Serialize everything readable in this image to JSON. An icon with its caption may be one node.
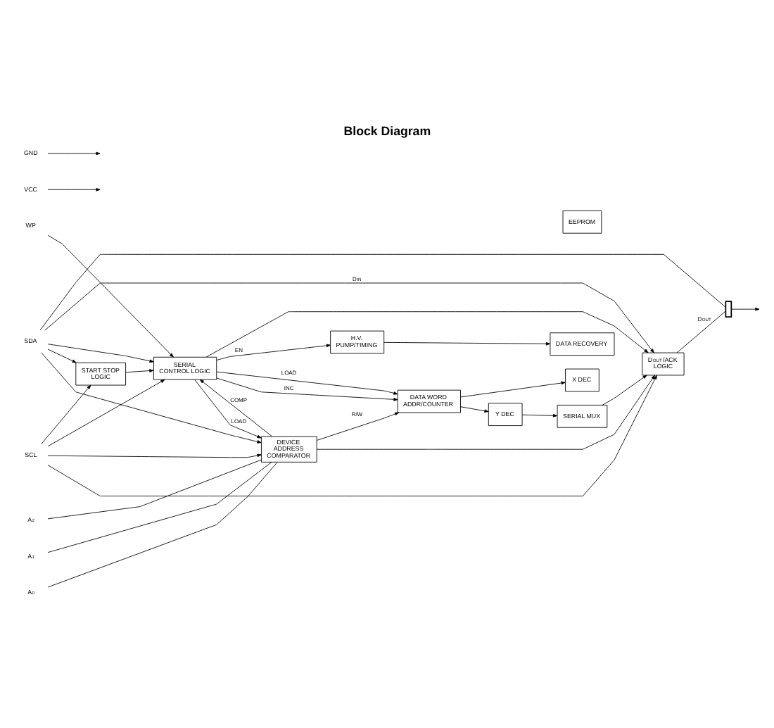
{
  "diagram": {
    "title": "Block Diagram",
    "nodes": [
      {
        "text": [
          "WP"
        ]
      },
      {
        "text": [
          "VCC"
        ]
      },
      {
        "text": [
          "GND"
        ]
      },
      {
        "text": [
          "SCL"
        ]
      },
      {
        "text": [
          "SDA"
        ]
      },
      {
        "text": [
          "START STOP LOGIC"
        ]
      },
      {
        "text": [
          "SERIAL CONTROL LOGIC"
        ]
      },
      {
        "text": [
          "H.V. PUMP/TIMING"
        ]
      },
      {
        "text": [
          "DEVICE ADDRESS COMPARATOR"
        ]
      },
      {
        "text": [
          "DATA RECOVERY"
        ]
      },
      {
        "text": [
          "A$_{2}$"
        ]
      },
      {
        "text": [
          "A$_{1}$"
        ]
      },
      {
        "text": [
          "A$_{0}$"
        ]
      },
      {
        "text": [
          "DATA WORD ADDR/COUNTER"
        ]
      },
      {
        "text": [
          "X DEC"
        ]
      },
      {
        "text": [
          "EEPROM"
        ]
      },
      {
        "text": [
          "Y DEC"
        ]
      },
      {
        "text": [
          "SERIAL MUX"
        ]
      },
      {
        "text": [
          "D$_{OUT}$/ACK LOGIC"
        ]
      },
      {
        "text": [],
        "shape": "transistor"
      }
    ],
    "edges": [
      {
        "from": 0,
        "to": 6,
        "arrow": "to"
      },
      {
        "from": 1,
        "to": null,
        "arrow": "to"
      },
      {
        "from": 2,
        "to": null,
        "arrow": "to"
      },
      {
        "from": 3,
        "to": 5,
        "arrow": "to"
      },
      {
        "from": 4,
        "to": 5,
        "arrow": "to"
      },
      {
        "from": 3,
        "to": 6,
        "arrow": "to"
      },
      {
        "from": 4,
        "to": 6,
        "arrow": "to"
      },
      {
        "from": 5,
        "to": 6,
        "arrow": "to"
      },
      {
        "from": 6,
        "to": 8,
        "arrow": "to",
        "label": "LOAD"
      },
      {
        "from": 3,
        "to": 8,
        "arrow": "to"
      },
      {
        "from": 4,
        "to": 8,
        "arrow": "to"
      },
      {
        "from": 8,
        "to": 6,
        "arrow": "to",
        "label": "COMP"
      },
      {
        "from": 10,
        "to": 8,
        "arrow": "none"
      },
      {
        "from": 11,
        "to": 8,
        "arrow": "none"
      },
      {
        "from": 12,
        "to": 8,
        "arrow": "none"
      },
      {
        "from": 6,
        "to": 7,
        "arrow": "to",
        "label": "EN"
      },
      {
        "from": 6,
        "to": 13,
        "arrow": "to",
        "label": "LOAD"
      },
      {
        "from": 6,
        "to": 13,
        "arrow": "to",
        "label": "INC"
      },
      {
        "from": 7,
        "to": 9,
        "arrow": "to"
      },
      {
        "from": 8,
        "to": 13,
        "arrow": "to",
        "label": "R/W"
      },
      {
        "from": 13,
        "to": 14,
        "arrow": "to"
      },
      {
        "from": 13,
        "to": 16,
        "arrow": "to"
      },
      {
        "from": 16,
        "to": 17,
        "arrow": "to"
      },
      {
        "from": 6,
        "to": 18,
        "arrow": "to"
      },
      {
        "from": 8,
        "to": 18,
        "arrow": "to"
      },
      {
        "from": 4,
        "to": 18,
        "arrow": "to",
        "label": "D$_{IN}$"
      },
      {
        "from": 3,
        "to": 18,
        "arrow": "to"
      },
      {
        "from": 17,
        "to": 18,
        "arrow": "to"
      },
      {
        "from": 18,
        "to": 19,
        "arrow": "none",
        "label": "D$_{OUT}$"
      },
      {
        "from": 4,
        "to": 19,
        "arrow": "none"
      },
      {
        "from": 19,
        "to": null,
        "arrow": "to"
      }
    ]
  }
}
